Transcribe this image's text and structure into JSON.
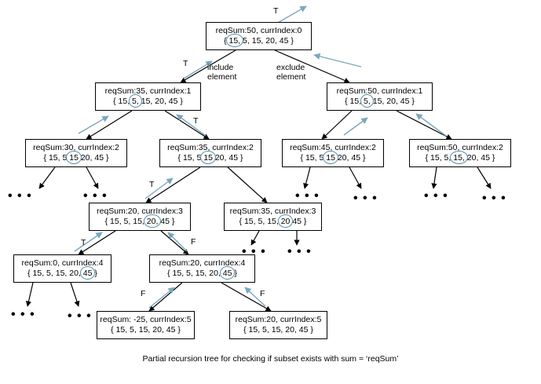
{
  "nodes": {
    "root": {
      "label": "reqSum:50, currIndex:0",
      "array": [
        "15,",
        "5,",
        "15,",
        "20,",
        "45"
      ],
      "highlight": 0
    },
    "n35": {
      "label": "reqSum:35, currIndex:1",
      "array": [
        "15,",
        "5,",
        "15,",
        "20,",
        "45"
      ],
      "highlight": 1
    },
    "n50a": {
      "label": "reqSum:50, currIndex:1",
      "array": [
        "15,",
        "5,",
        "15,",
        "20,",
        "45"
      ],
      "highlight": 1
    },
    "n30": {
      "label": "reqSum:30, currIndex:2",
      "array": [
        "15,",
        "5",
        "15",
        "20,",
        "45"
      ],
      "highlight": 2
    },
    "n35b": {
      "label": "reqSum:35, currIndex:2",
      "array": [
        "15,",
        "5",
        "15",
        "20,",
        "45"
      ],
      "highlight": 2
    },
    "n45": {
      "label": "reqSum:45, currIndex:2",
      "array": [
        "15,",
        "5",
        "15",
        "20,",
        "45"
      ],
      "highlight": 2
    },
    "n50b": {
      "label": "reqSum:50, currIndex:2",
      "array": [
        "15,",
        "5,",
        "15,",
        "20,",
        "45"
      ],
      "highlight": 2
    },
    "n20": {
      "label": "reqSum:20, currIndex:3",
      "array": [
        "15,",
        "5,",
        "15,",
        "20,",
        "45"
      ],
      "highlight": 3
    },
    "n35c": {
      "label": "reqSum:35, currIndex:3",
      "array": [
        "15,",
        "5,",
        "15,",
        "20",
        "45"
      ],
      "highlight": 3
    },
    "n0": {
      "label": "reqSum:0, currIndex:4",
      "array": [
        "15,",
        "5,",
        "15,",
        "20,",
        "45"
      ],
      "highlight": 4
    },
    "n20b": {
      "label": "reqSum:20, currIndex:4",
      "array": [
        "15,",
        "5,",
        "15,",
        "20,",
        "45"
      ],
      "highlight": 4
    },
    "nm25": {
      "label": "reqSum: -25, currIndex:5",
      "array": [
        "15,",
        "5,",
        "15,",
        "20,",
        "45"
      ],
      "highlight": -1
    },
    "n20c": {
      "label": "reqSum:20, currIndex:5",
      "array": [
        "15,",
        "5,",
        "15,",
        "20,",
        "45"
      ],
      "highlight": -1
    }
  },
  "edge_labels": {
    "t_top": "T",
    "t_root_left": "T",
    "include": "include\nelement",
    "exclude": "exclude\nelement",
    "t_n35_right": "T",
    "t_n35b_left": "T",
    "t_n20_left": "T",
    "f_n20_right": "F",
    "f_n20b_left": "F",
    "f_n20b_right": "F"
  },
  "dots": "• • •",
  "caption": "Partial recursion tree for checking if subset exists with sum = ‘reqSum’",
  "colors": {
    "arrow": "#7aa7bd",
    "circle": "#5a8fa8",
    "edge": "#000000"
  }
}
